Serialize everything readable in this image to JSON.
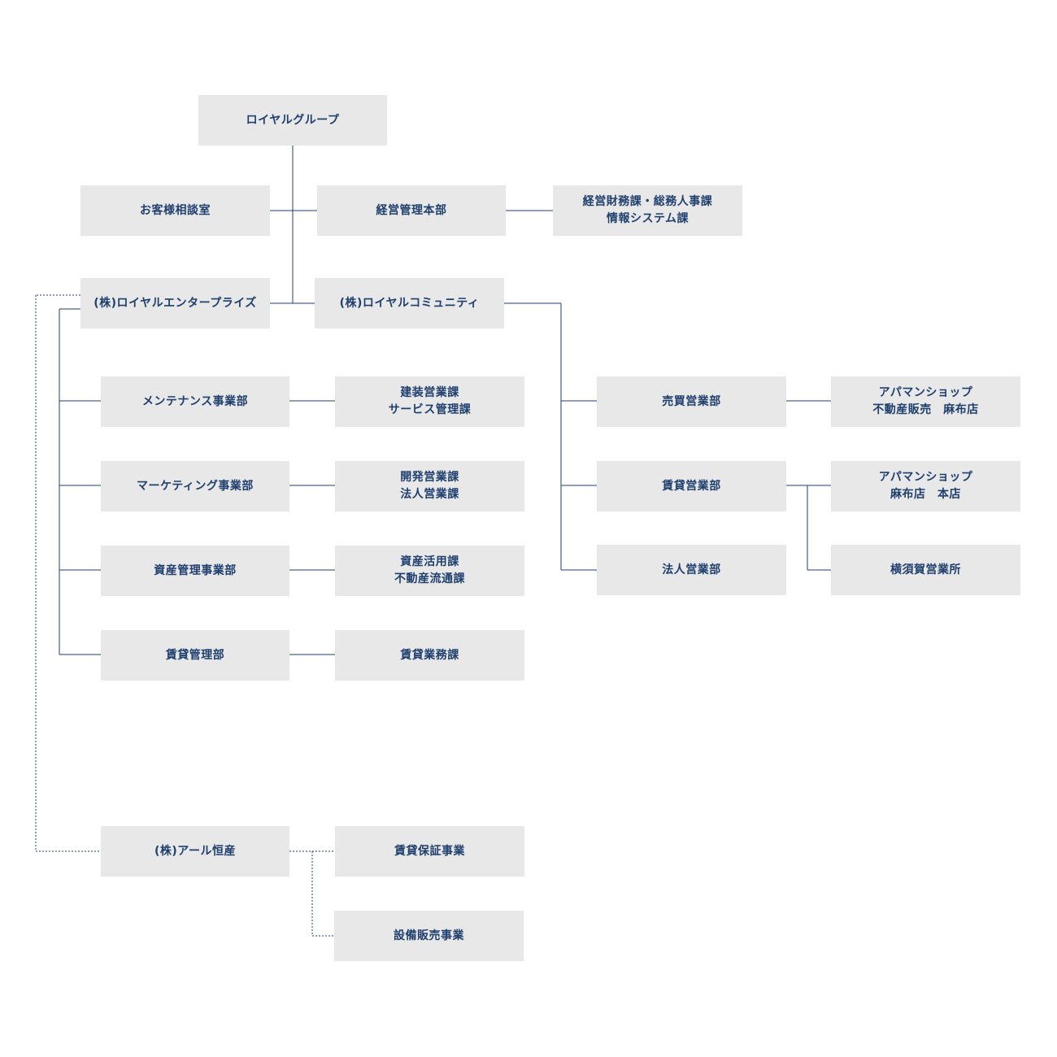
{
  "nodes": {
    "group": [
      "ロイヤルグループ"
    ],
    "customer": [
      "お客様相談室"
    ],
    "mgmt_hq": [
      "経営管理本部"
    ],
    "mgmt_sections": [
      "経営財務課・総務人事課",
      "情報システム課"
    ],
    "enterprise": [
      "(株)ロイヤルエンタープライズ"
    ],
    "community": [
      "(株)ロイヤルコミュニティ"
    ],
    "maintenance": [
      "メンテナンス事業部"
    ],
    "maintenance_sections": [
      "建装営業課",
      "サービス管理課"
    ],
    "marketing": [
      "マーケティング事業部"
    ],
    "marketing_sections": [
      "開発営業課",
      "法人営業課"
    ],
    "asset": [
      "資産管理事業部"
    ],
    "asset_sections": [
      "資産活用課",
      "不動産流通課"
    ],
    "rental_mgmt": [
      "賃貸管理部"
    ],
    "rental_affairs": [
      "賃貸業務課"
    ],
    "sales_dept": [
      "売買営業部"
    ],
    "apaman_sales": [
      "アパマンショップ",
      "不動産販売　麻布店"
    ],
    "rental_sales": [
      "賃貸営業部"
    ],
    "apaman_rental": [
      "アパマンショップ",
      "麻布店　本店"
    ],
    "corp_sales": [
      "法人営業部"
    ],
    "yokosuka": [
      "横須賀営業所"
    ],
    "r_kousan": [
      "(株)アール恒産"
    ],
    "guarantee": [
      "賃貸保証事業"
    ],
    "equipment": [
      "設備販売事業"
    ]
  },
  "colors": {
    "box_fill": "#e8e8e8",
    "text": "#1f3f6e",
    "line": "#1f3f6e"
  }
}
